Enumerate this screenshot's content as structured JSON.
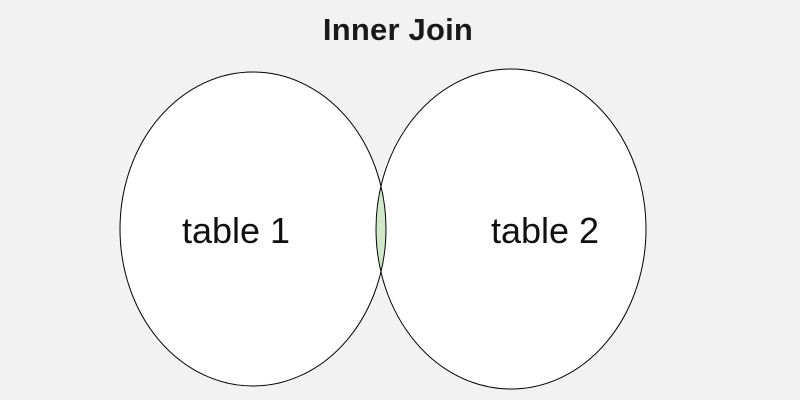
{
  "title": "Inner Join",
  "sets": [
    {
      "label": "table 1"
    },
    {
      "label": "table 2"
    }
  ],
  "colors": {
    "background": "#f2f2f2",
    "circle_fill": "#ffffff",
    "circle_stroke": "#000000",
    "intersection_fill": "#d1e7ca"
  }
}
